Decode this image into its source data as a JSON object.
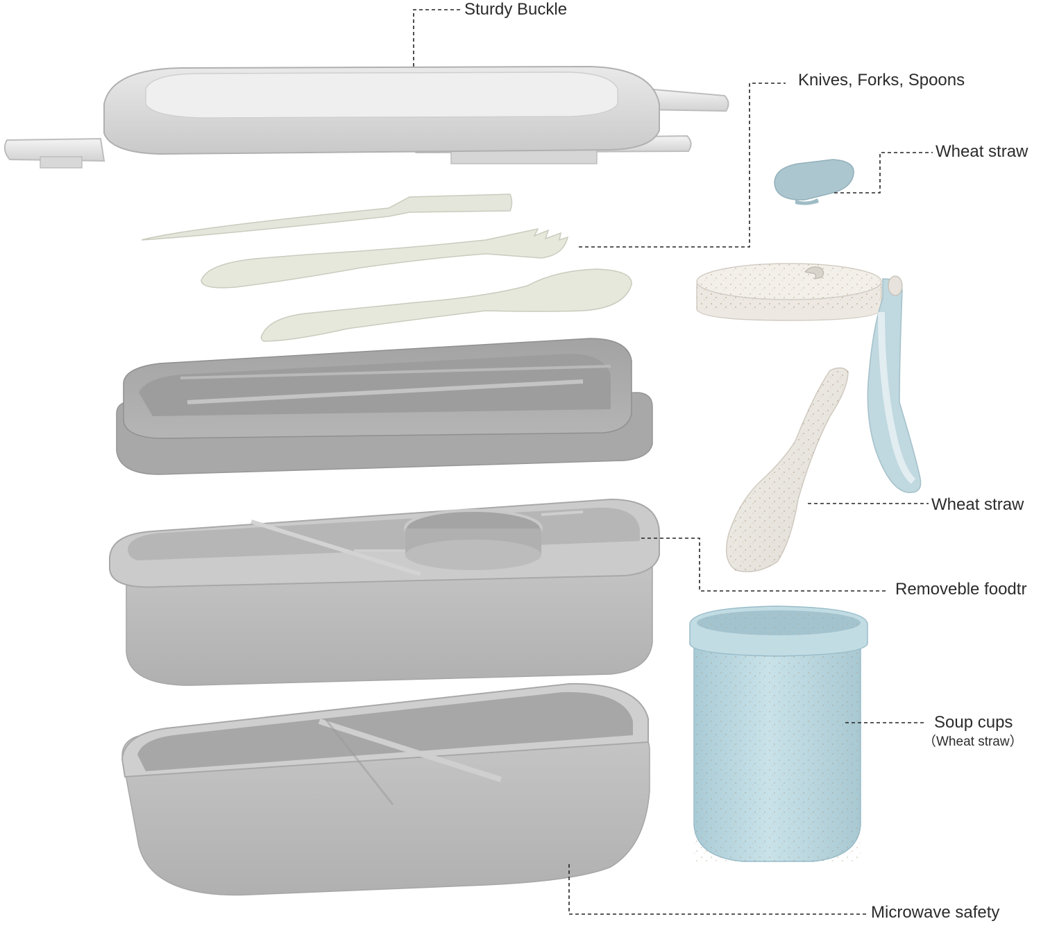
{
  "callouts": {
    "sturdy_buckle": "Sturdy Buckle",
    "cutlery": "Knives, Forks, Spoons",
    "cup_lid": "Wheat straw",
    "spoon": "Wheat straw",
    "food_tray": "Removeble foodtr",
    "soup_cup": "Soup cups",
    "soup_cup_material": "（Wheat straw）",
    "microwave": "Microwave safety"
  },
  "colors": {
    "container_gray": "#b9b9b9",
    "container_dark": "#9a9a9a",
    "lid_clear": "#dcdcdc",
    "cutlery_cream": "#e6e7dc",
    "cup_blue": "#b8d6df",
    "lid_blue": "#a9c5cf",
    "speckle_white": "#eeebe5",
    "strap_blue": "#bfd7de"
  }
}
